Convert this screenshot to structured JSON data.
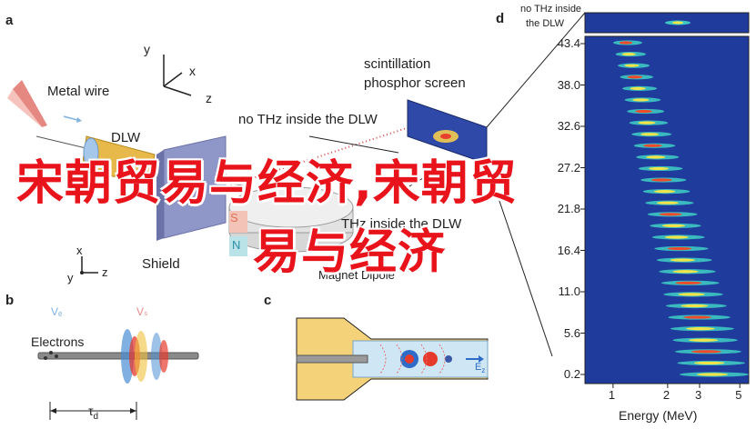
{
  "overlay": {
    "line1": "宋朝贸易与经济,宋朝贸",
    "line2": "易与经济"
  },
  "panel_a": {
    "letter": "a",
    "metal_wire": "Metal wire",
    "dlw": "DLW",
    "shield": "Shield",
    "scintillation": "scintillation",
    "phosphor_screen": "phosphor screen",
    "no_thz": "no THz inside the DLW",
    "thz": "THz inside the DLW",
    "magnet": "Magnet Dipole",
    "s_pole": "S",
    "n_pole": "N",
    "axis_x": "x",
    "axis_y": "y",
    "axis_z": "z"
  },
  "panel_b": {
    "letter": "b",
    "electrons": "Electrons",
    "ve": "Vₑ",
    "vs": "Vₛ",
    "tau": "τ",
    "tau_sub": "d"
  },
  "panel_c": {
    "letter": "c",
    "ez": "E",
    "ez_sub": "z"
  },
  "panel_d": {
    "letter": "d",
    "inset_line1": "no THz inside",
    "inset_line2": "the DLW",
    "y_ticks": [
      "43.4",
      "38.0",
      "32.6",
      "27.2",
      "21.8",
      "16.4",
      "11.0",
      "5.6",
      "0.2"
    ],
    "x_ticks": [
      "1",
      "2",
      "3",
      "5"
    ],
    "x_label": "Energy (MeV)"
  },
  "colors": {
    "overlay_red": "#e8131b",
    "plot_bg": "#1f3c9c",
    "shield": "#8f96c8",
    "dlw_gold": "#e0b23a"
  }
}
